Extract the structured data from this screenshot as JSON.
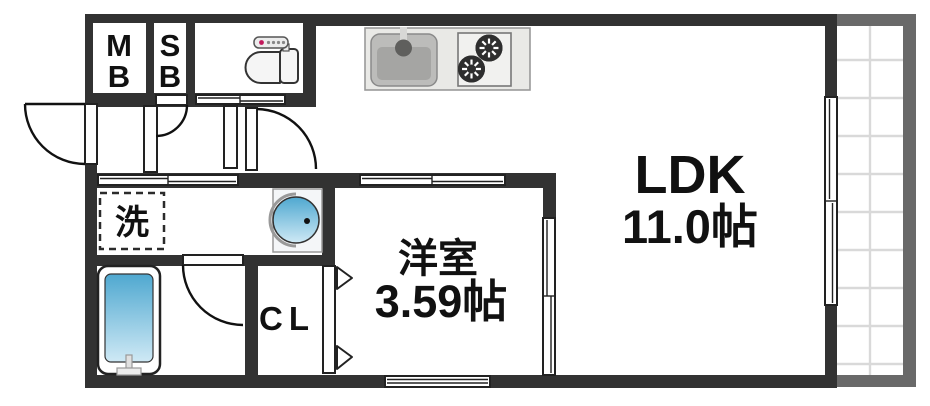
{
  "plan": {
    "kind": "apartment-floor-plan",
    "rooms": {
      "ldk": {
        "name": "LDK",
        "size": "11.0帖"
      },
      "western_room": {
        "name": "洋室",
        "size": "3.59帖"
      },
      "closet": {
        "name": "CL"
      },
      "laundry_space": {
        "name": "洗"
      },
      "meter_box": {
        "line1": "M",
        "line2": "B"
      },
      "shaft_box": {
        "line1": "S",
        "line2": "B"
      }
    },
    "icons": [
      "toilet-icon",
      "kitchen-sink-icon",
      "gas-stove-icon",
      "wash-basin-icon",
      "bathtub-icon",
      "washing-machine-space-icon",
      "door-swing-icon",
      "sliding-door-icon",
      "folding-closet-door-icon",
      "balcony-tile-grid-icon"
    ],
    "colors": {
      "wall": "#323232",
      "balcony_wall": "#696969",
      "tile_grid_line": "#d9d9d9",
      "water_dark": "#4fa8d0",
      "water_light": "#cfe9f5",
      "toilet_indicator_red": "#c2185b",
      "kitchen_counter": "#e9e9e6"
    }
  }
}
